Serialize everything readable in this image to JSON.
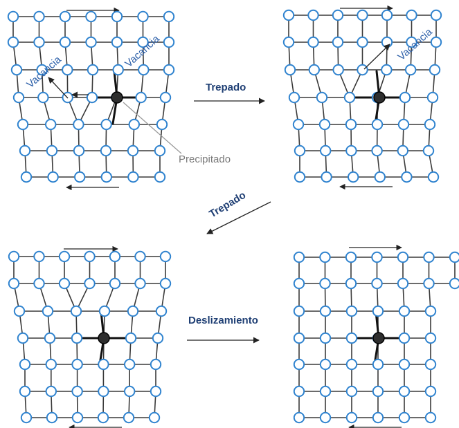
{
  "labels": {
    "vacancy": "Vacancia",
    "precipitate": "Precipitado",
    "climb": "Trepado",
    "glide": "Deslizamiento"
  },
  "colors": {
    "atom_stroke": "#2f83cf",
    "atom_fill": "#ffffff",
    "precipitate": "#2e2e2e",
    "bond": "#3a3a3a",
    "step_label": "#1f3f74",
    "vacancy_label": "#2a5ea8",
    "precipitate_label": "#7a7a7a"
  },
  "panels": [
    {
      "id": "panel-1-initial",
      "description_labels": [
        "vacancy",
        "vacancy",
        "precipitate"
      ]
    },
    {
      "id": "panel-2-after-first-climb",
      "description_labels": [
        "vacancy"
      ]
    },
    {
      "id": "panel-3-after-second-climb",
      "description_labels": []
    },
    {
      "id": "panel-4-after-glide",
      "description_labels": []
    }
  ],
  "transitions": [
    {
      "from": 1,
      "to": 2,
      "label_key": "climb"
    },
    {
      "from": 2,
      "to": 3,
      "label_key": "climb"
    },
    {
      "from": 3,
      "to": 4,
      "label_key": "glide"
    }
  ]
}
